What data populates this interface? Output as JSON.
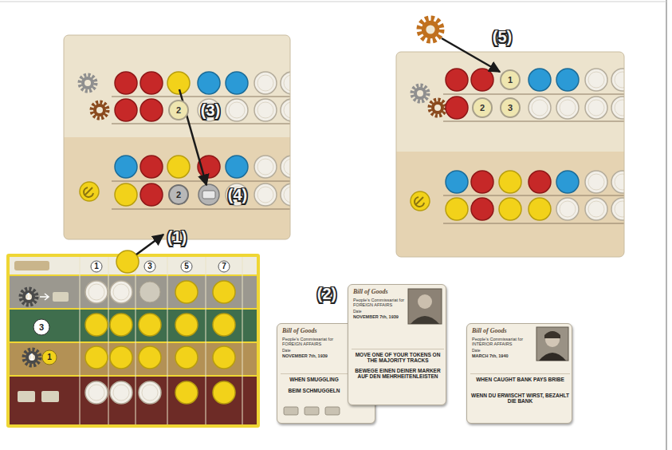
{
  "diagram": {
    "nodes": [
      {
        "text": [
          "Bill of Goods",
          "People's Commissariat for FOREIGN AFFAIRS",
          "Date",
          "NOVEMBER 7th, 1939",
          "WHEN SMUGGLING",
          "BEIM SCHMUGGELN"
        ]
      },
      {
        "text": [
          "Bill of Goods",
          "People's Commissariat for FOREIGN AFFAIRS",
          "Date",
          "NOVEMBER 7th, 1939",
          "MOVE ONE OF YOUR TOKENS ON THE MAJORITY TRACKS",
          "BEWEGE EINEN DEINER MARKER AUF DEN MEHRHEITENLEISTEN"
        ]
      },
      {
        "text": [
          "Bill of Goods",
          "People's Commissariat for INTERIOR AFFAIRS",
          "Date",
          "MARCH 7th, 1940",
          "WHEN CAUGHT BANK PAYS BRIBE",
          "WENN DU ERWISCHT WIRST, BEZAHLT DIE BANK"
        ]
      },
      {
        "text": [
          "2"
        ]
      },
      {
        "text": [
          "2"
        ]
      },
      {
        "text": [
          "1"
        ]
      },
      {
        "text": [
          "2"
        ]
      },
      {
        "text": [
          "3"
        ]
      }
    ],
    "labels": [
      "(1)",
      "(2)",
      "(3)",
      "(4)",
      "(5)",
      "1",
      "3",
      "5",
      "7",
      "1",
      "3",
      "1",
      "1"
    ]
  }
}
